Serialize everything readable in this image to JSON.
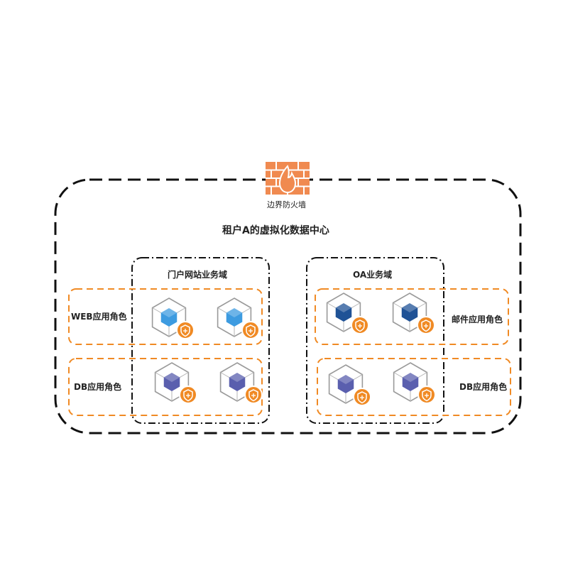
{
  "firewall": {
    "label": "边界防火墙",
    "icon": "firewall-icon",
    "color": "#F08A50"
  },
  "datacenter": {
    "title": "租户A的虚拟化数据中心"
  },
  "domains": [
    {
      "id": "portal",
      "title": "门户网站业务域"
    },
    {
      "id": "oa",
      "title": "OA业务域"
    }
  ],
  "roles": {
    "web": "WEB应用角色",
    "db_left": "DB应用角色",
    "mail": "邮件应用角色",
    "db_right": "DB应用角色"
  },
  "icons": {
    "server": "server-cube-icon",
    "shield": "security-shield-badge-icon"
  },
  "colors": {
    "orange": "#F08A24",
    "light_blue": "#3D9BE0",
    "dark_blue": "#1F5296",
    "purple": "#5A5FAE",
    "border": "#111111"
  }
}
